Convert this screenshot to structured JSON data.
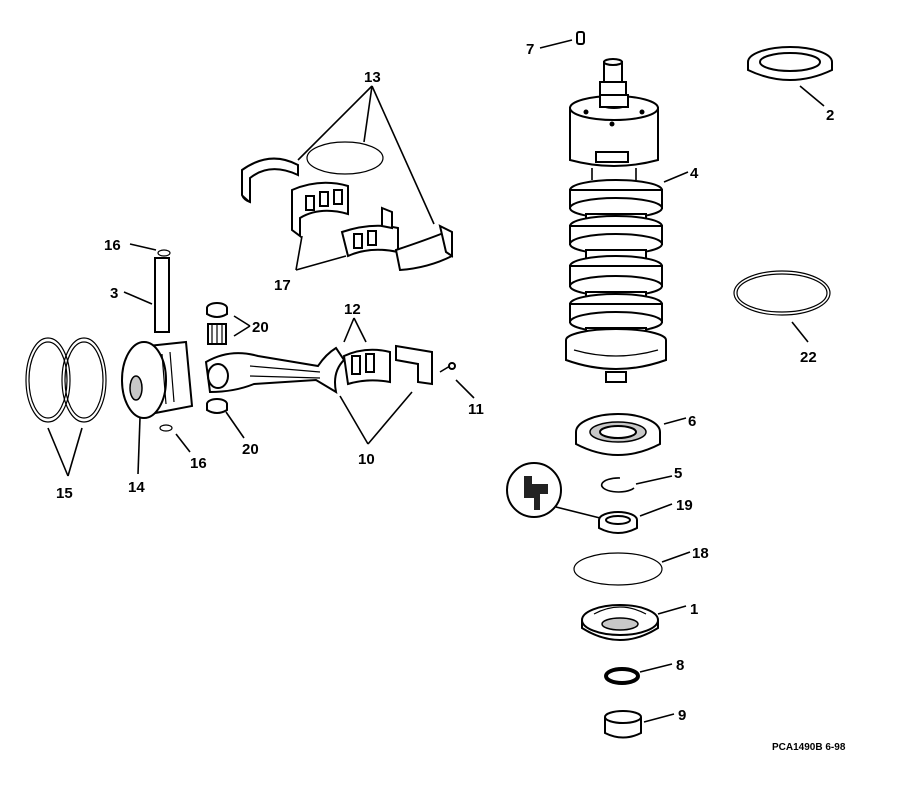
{
  "diagram_id": "PCA1490B  6-98",
  "callouts": [
    {
      "key": "c7",
      "text": "7"
    },
    {
      "key": "c2",
      "text": "2"
    },
    {
      "key": "c13",
      "text": "13"
    },
    {
      "key": "c4",
      "text": "4"
    },
    {
      "key": "c16a",
      "text": "16"
    },
    {
      "key": "c3",
      "text": "3"
    },
    {
      "key": "c17",
      "text": "17"
    },
    {
      "key": "c12",
      "text": "12"
    },
    {
      "key": "c20a",
      "text": "20"
    },
    {
      "key": "c22",
      "text": "22"
    },
    {
      "key": "c11",
      "text": "11"
    },
    {
      "key": "c20b",
      "text": "20"
    },
    {
      "key": "c6",
      "text": "6"
    },
    {
      "key": "c16b",
      "text": "16"
    },
    {
      "key": "c10",
      "text": "10"
    },
    {
      "key": "c5",
      "text": "5"
    },
    {
      "key": "c14",
      "text": "14"
    },
    {
      "key": "c15",
      "text": "15"
    },
    {
      "key": "c19",
      "text": "19"
    },
    {
      "key": "c18",
      "text": "18"
    },
    {
      "key": "c1",
      "text": "1"
    },
    {
      "key": "c8",
      "text": "8"
    },
    {
      "key": "c9",
      "text": "9"
    }
  ]
}
